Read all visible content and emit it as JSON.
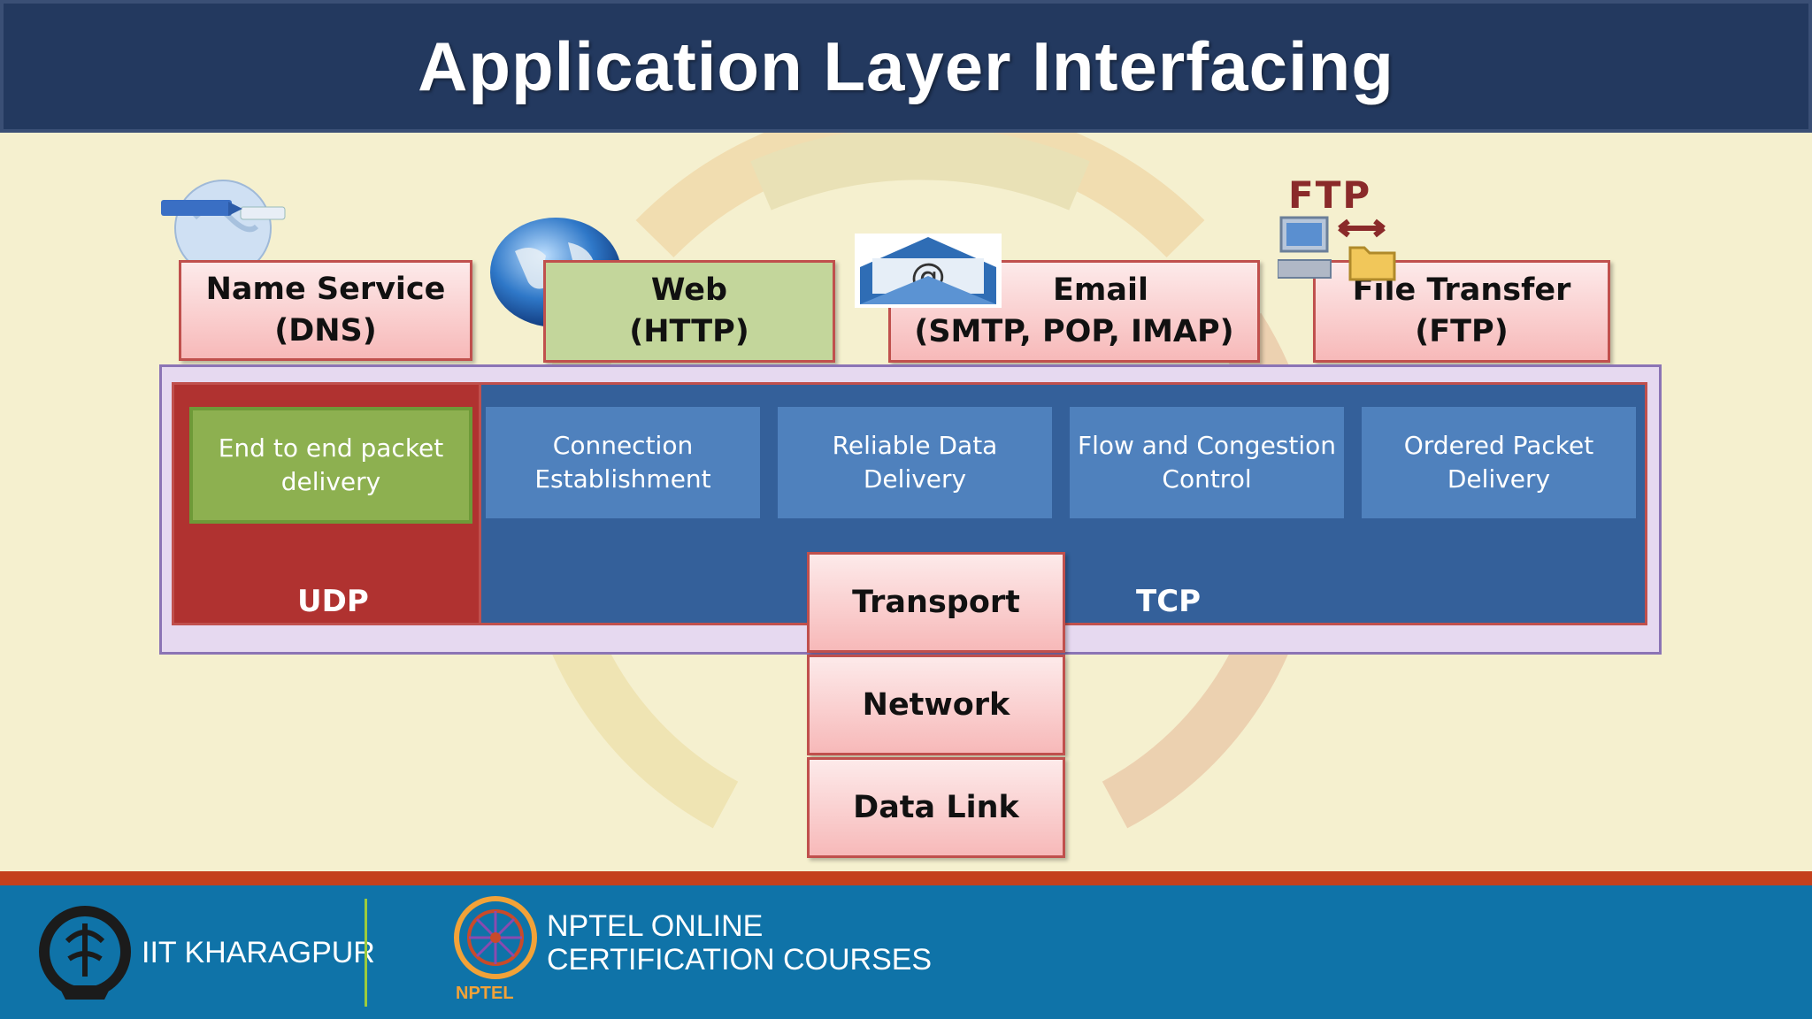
{
  "title": "Application Layer Interfacing",
  "applications": [
    {
      "line1": "Name Service",
      "line2": "(DNS)",
      "icon": "dns-globe-icon"
    },
    {
      "line1": "Web",
      "line2": "(HTTP)",
      "icon": "earth-globe-icon"
    },
    {
      "line1": "Email",
      "line2": "(SMTP, POP, IMAP)",
      "icon": "email-envelope-icon"
    },
    {
      "line1": "File Transfer",
      "line2": "(FTP)",
      "icon": "ftp-transfer-icon"
    }
  ],
  "ftp_icon_label": "FTP",
  "udp": {
    "label": "UDP",
    "service": "End to end packet delivery"
  },
  "tcp": {
    "label": "TCP",
    "services": [
      "Connection Establishment",
      "Reliable Data Delivery",
      "Flow and Congestion Control",
      "Ordered Packet Delivery"
    ]
  },
  "stack": [
    "Transport",
    "Network",
    "Data Link"
  ],
  "footer": {
    "institute": "IIT KHARAGPUR",
    "course_line1": "NPTEL ONLINE",
    "course_line2": "CERTIFICATION COURSES",
    "nptel_logo_text": "NPTEL"
  },
  "colors": {
    "title_bar": "#23395f",
    "background": "#f5f0cf",
    "tcp_panel": "#34609a",
    "udp_panel": "#b03230",
    "service_box": "#4f81bd",
    "footer": "#0f73a8"
  }
}
